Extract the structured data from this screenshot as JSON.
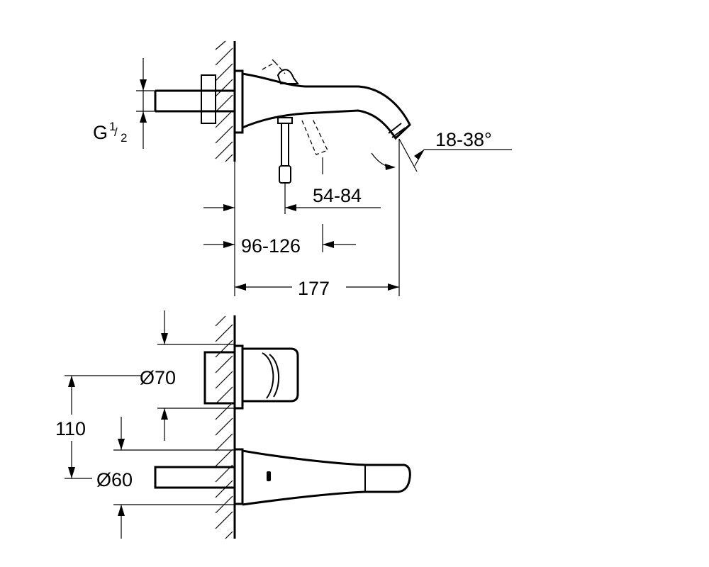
{
  "side_view": {
    "thread_main": "G",
    "thread_num": "1",
    "thread_den": "2",
    "angle": "18-38°",
    "projection": "54-84",
    "wall_range": "96-126",
    "total_length": "177"
  },
  "front_view": {
    "rosette_diameter": "Ø70",
    "spacing": "110",
    "spout_diameter": "Ø60"
  }
}
